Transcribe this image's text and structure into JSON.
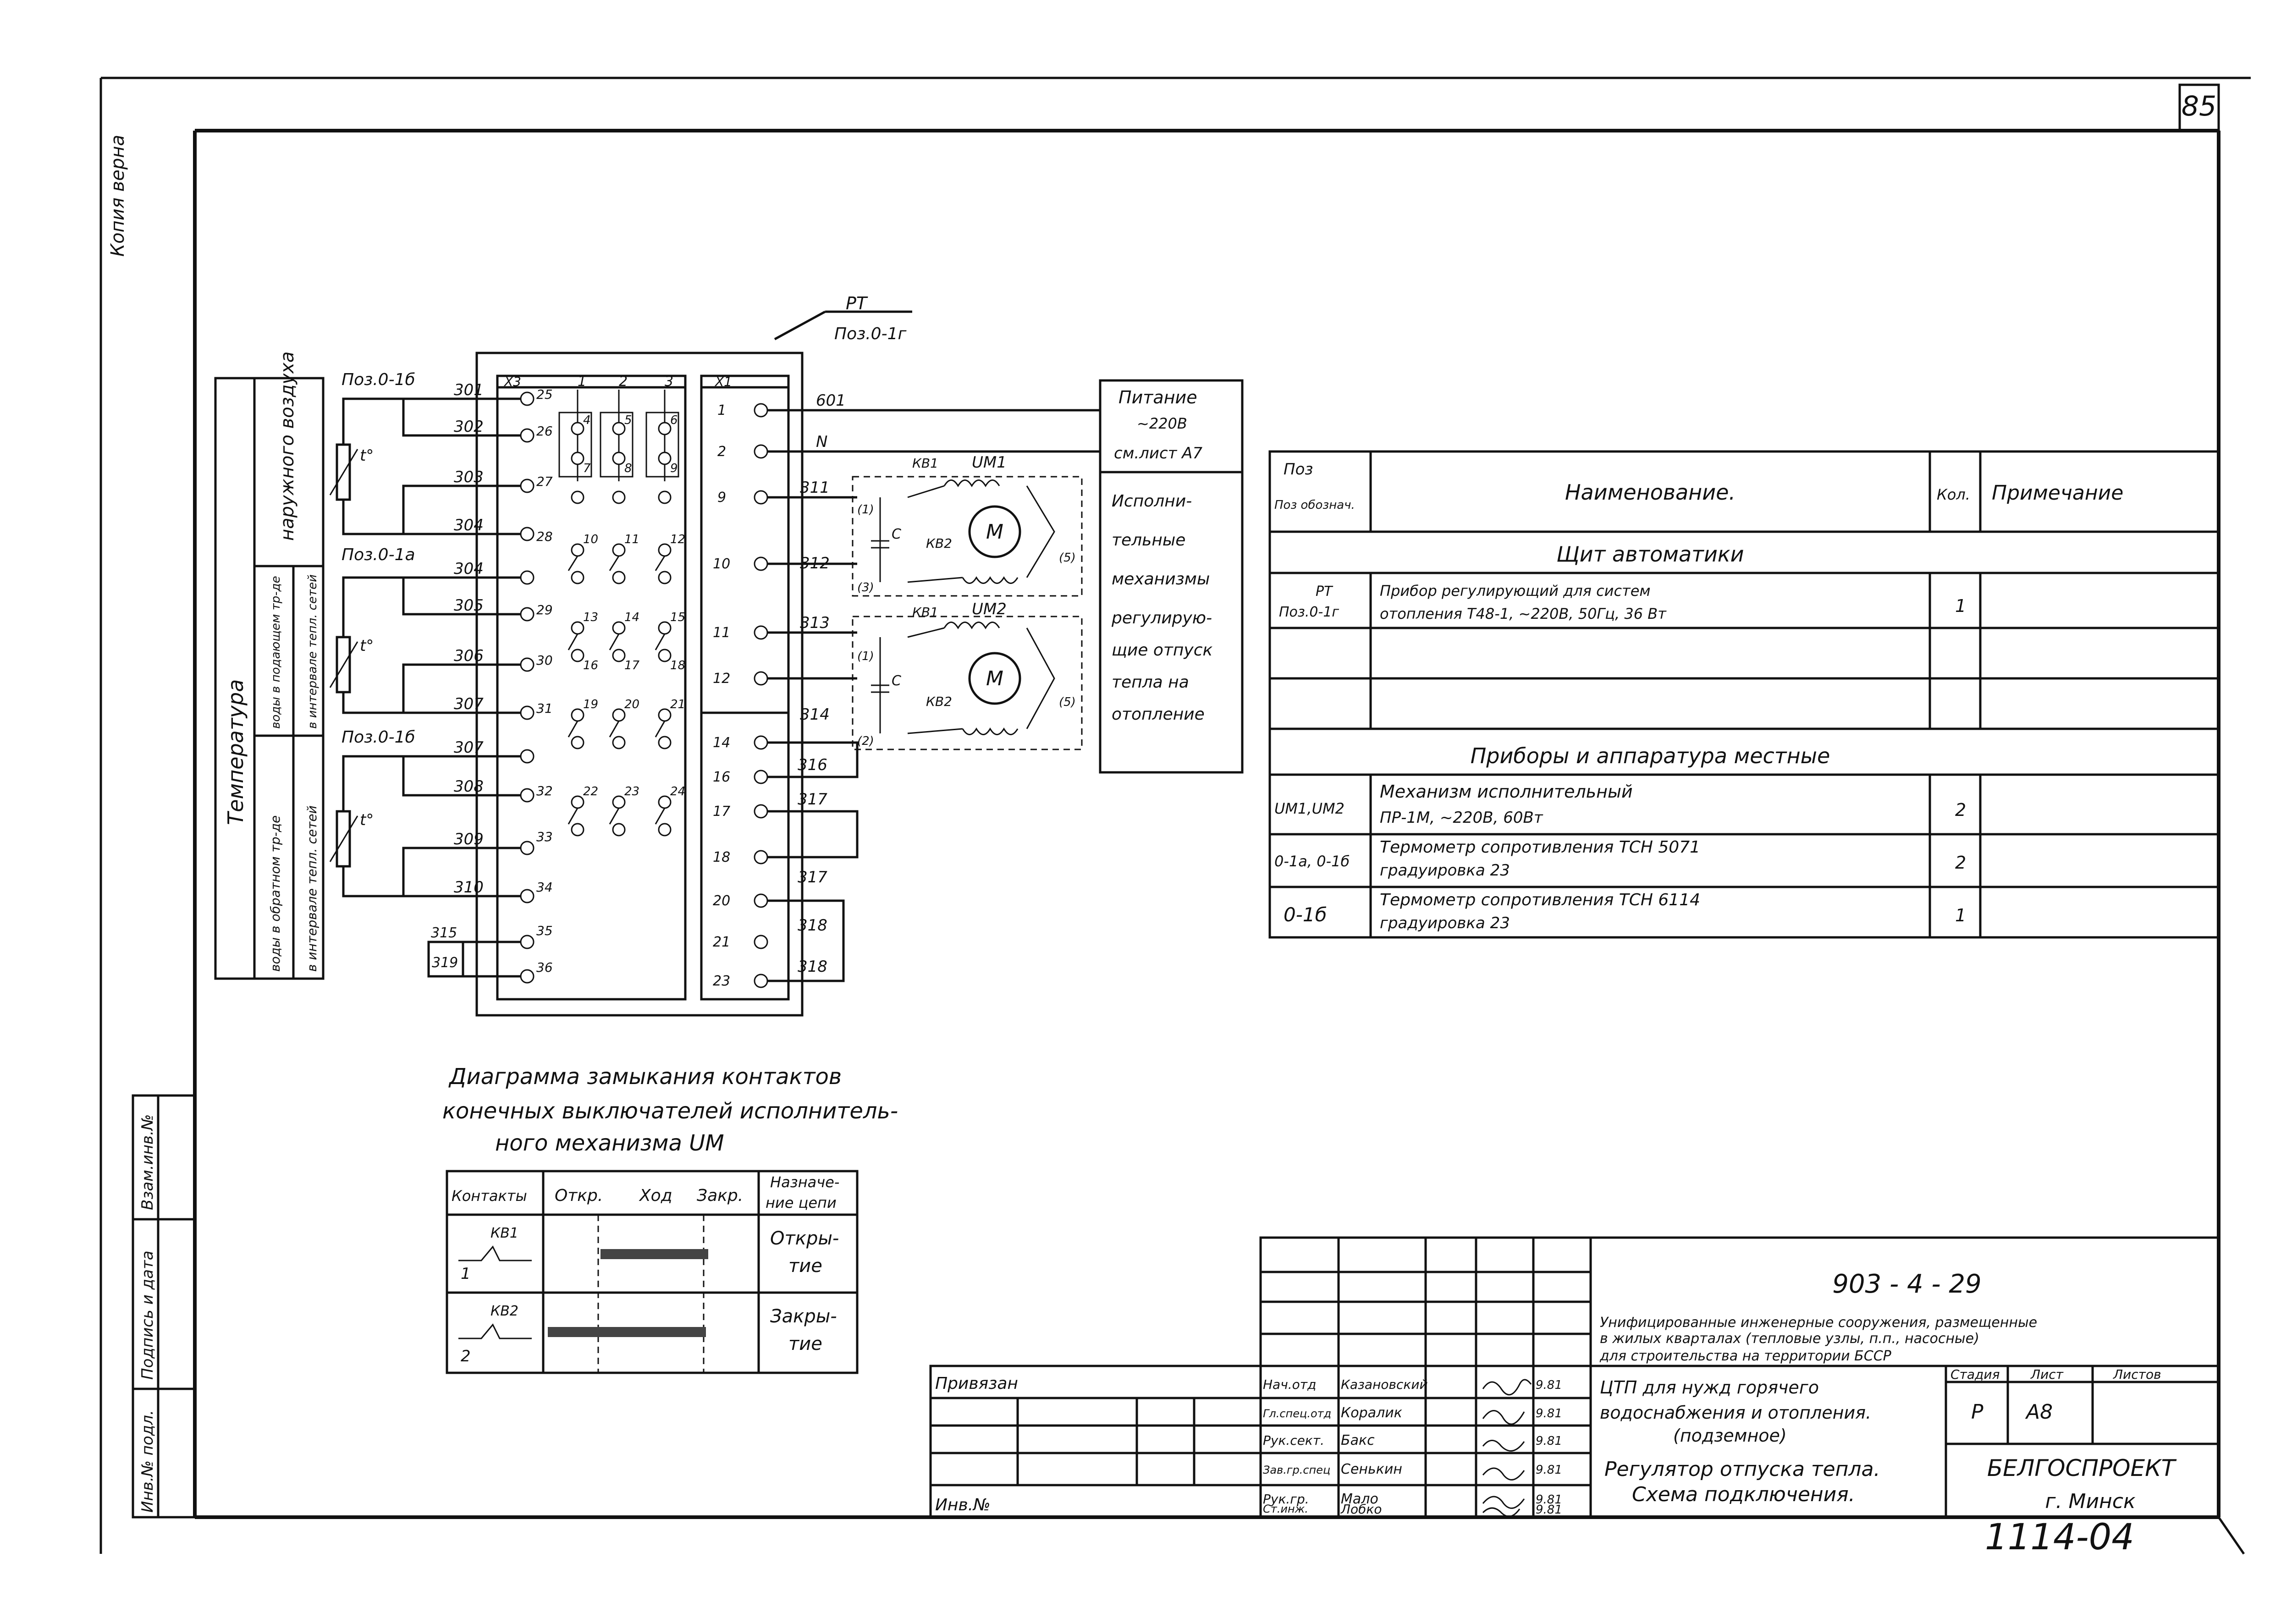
{
  "sheet": {
    "page_number": "85",
    "margin_left_top": "Копия верна",
    "margin_left_stamp": [
      "Инв.№ подл.",
      "Подпись и дата",
      "Взам.инв.№"
    ],
    "bottom_number": "1114-04"
  },
  "sensors": {
    "outdoor_label": "наружного воздуха",
    "return_label": "воды в обратном тр-де в интервале тепловых сетей",
    "supply_label": "воды в подающем тр-де в интервале тепловых сетей",
    "group_label": "Температура",
    "s1_tag": "Поз.0-1б",
    "s2_tag": "Поз.0-1а",
    "s3_tag": "Поз.0-1б",
    "sensor_symbol": "t°"
  },
  "controller": {
    "tag_top": "РТ",
    "tag_bottom": "Поз.0-1г",
    "x3_label": "Х3",
    "x1_label": "Х1",
    "header_cols": [
      "1",
      "2",
      "3"
    ],
    "left_terminals": [
      "25",
      "26",
      "27",
      "28",
      "29",
      "30",
      "31",
      "32",
      "33",
      "34",
      "35",
      "36"
    ],
    "right_terminals": [
      "1",
      "2",
      "9",
      "10",
      "11",
      "12",
      "14",
      "16",
      "17",
      "18",
      "20",
      "21",
      "23"
    ],
    "inner_numbers": [
      "4",
      "5",
      "6",
      "7",
      "8",
      "9",
      "10",
      "11",
      "12",
      "13",
      "14",
      "15",
      "16",
      "17",
      "18",
      "19",
      "20",
      "21",
      "22",
      "23",
      "24"
    ]
  },
  "wires": [
    "301",
    "302",
    "303",
    "304",
    "304",
    "305",
    "306",
    "307",
    "307",
    "308",
    "309",
    "310",
    "315",
    "319",
    "601",
    "N",
    "311",
    "312",
    "313",
    "314",
    "316",
    "317",
    "317",
    "318",
    "318"
  ],
  "motors": {
    "um1": "UM1",
    "um2": "UM2",
    "kv1": "КВ1",
    "kv2": "КВ2",
    "motor_symbol": "M",
    "cap": "C",
    "pins": [
      "(1)",
      "(3)",
      "(5)",
      "(2)"
    ]
  },
  "power_box": {
    "line1": "Питание",
    "line2": "~220В",
    "line3": "см.лист А7",
    "actuators": [
      "Исполни-",
      "тельные",
      "механизмы",
      "регулирую-",
      "щие отпуск",
      "тепла на",
      "отопление"
    ]
  },
  "spec_table": {
    "headers": [
      "Поз обознач.",
      "Наименование.",
      "Кол.",
      "Примечание"
    ],
    "section1": "Щит автоматики",
    "row1": {
      "pos1": "РТ",
      "pos2": "Поз.0-1г",
      "name1": "Прибор регулирующий для систем",
      "name2": "отопления Т48-1, ~220В, 50Гц, 36 Вт",
      "qty": "1"
    },
    "section2": "Приборы и аппаратура местные",
    "row2": {
      "pos": "UM1,UM2",
      "name1": "Механизм исполнительный",
      "name2": "ПР-1М, ~220В, 60Вт",
      "qty": "2"
    },
    "row3": {
      "pos": "0-1а, 0-1б",
      "name1": "Термометр сопротивления ТСН 5071",
      "name2": "градуировка 23",
      "qty": "2"
    },
    "row4": {
      "pos": "0-1б",
      "name1": "Термометр сопротивления ТСН 6114",
      "name2": "градуировка 23",
      "qty": "1"
    }
  },
  "diagram": {
    "title1": "Диаграмма замыкания контактов",
    "title2": "конечных выключателей исполнитель-",
    "title3": "ного механизма UM",
    "col_contacts": "Контакты",
    "col_open": "Откр.",
    "col_travel": "Ход",
    "col_close": "Закр.",
    "col_purpose1": "Назначе-",
    "col_purpose2": "ние цепи",
    "row1_name": "КВ1",
    "row1_purpose": [
      "Откры-",
      "тие"
    ],
    "row2_name": "КВ2",
    "row2_purpose": [
      "Закры-",
      "тие"
    ],
    "pin1": "1",
    "pin2": "2"
  },
  "title_block": {
    "privyazan": "Привязан",
    "inv_no": "Инв.№",
    "doc_code": "903 - 4 - 29",
    "project_desc1": "Унифицированные инженерные сооружения, размещенные",
    "project_desc2": "в жилых кварталах (тепловые узлы, п.п., насосные)",
    "project_desc3": "для строительства на территории БССР",
    "object1": "ЦТП для нужд горячего",
    "object2": "водоснабжения и отопления.",
    "object3": "(подземное)",
    "sheet_title1": "Регулятор отпуска тепла.",
    "sheet_title2": "Схема подключения.",
    "stage_hdr": "Стадия",
    "sheet_hdr": "Лист",
    "sheets_hdr": "Листов",
    "stage": "Р",
    "sheet": "А8",
    "org": "БЕЛГОСПРОЕКТ",
    "city": "г. Минск",
    "roles": [
      "Нач.отд",
      "Гл.спец.отд",
      "Рук.сект.",
      "Зав.гр.спец",
      "Рук.гр.",
      "Ст.инж."
    ],
    "names": [
      "Казановский",
      "Коралик",
      "Бакс",
      "Сенькин",
      "Мало",
      "Лобко"
    ],
    "dates": [
      "9.81",
      "9.81",
      "9.81",
      "9.81",
      "9.81",
      "9.81"
    ]
  }
}
